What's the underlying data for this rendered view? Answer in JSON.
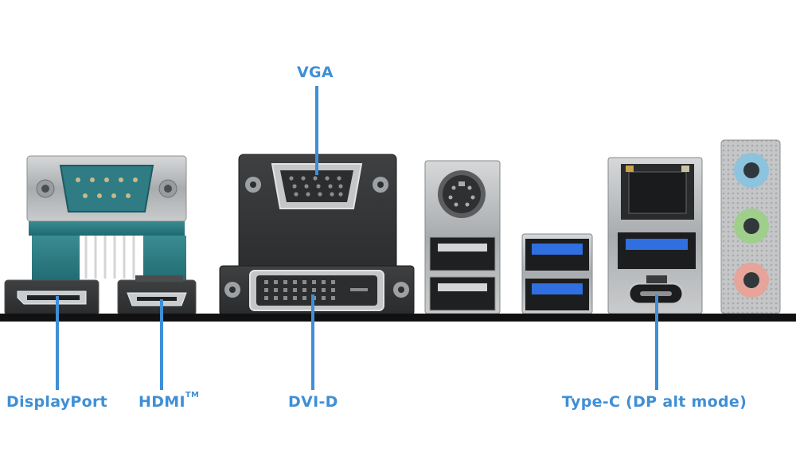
{
  "labels": {
    "vga": "VGA",
    "displayport": "DisplayPort",
    "hdmi": "HDMI",
    "hdmi_mark": "TM",
    "dvi": "DVI-D",
    "typec": "Type-C (DP alt mode)"
  },
  "colors": {
    "label": "#3f8fd6",
    "baseline": "#111111",
    "serial_teal": "#2a7f86",
    "usb3_blue": "#2f6fe0",
    "audio_blue": "#8cc4df",
    "audio_green": "#9fcf8a",
    "audio_pink": "#e7a49a"
  }
}
